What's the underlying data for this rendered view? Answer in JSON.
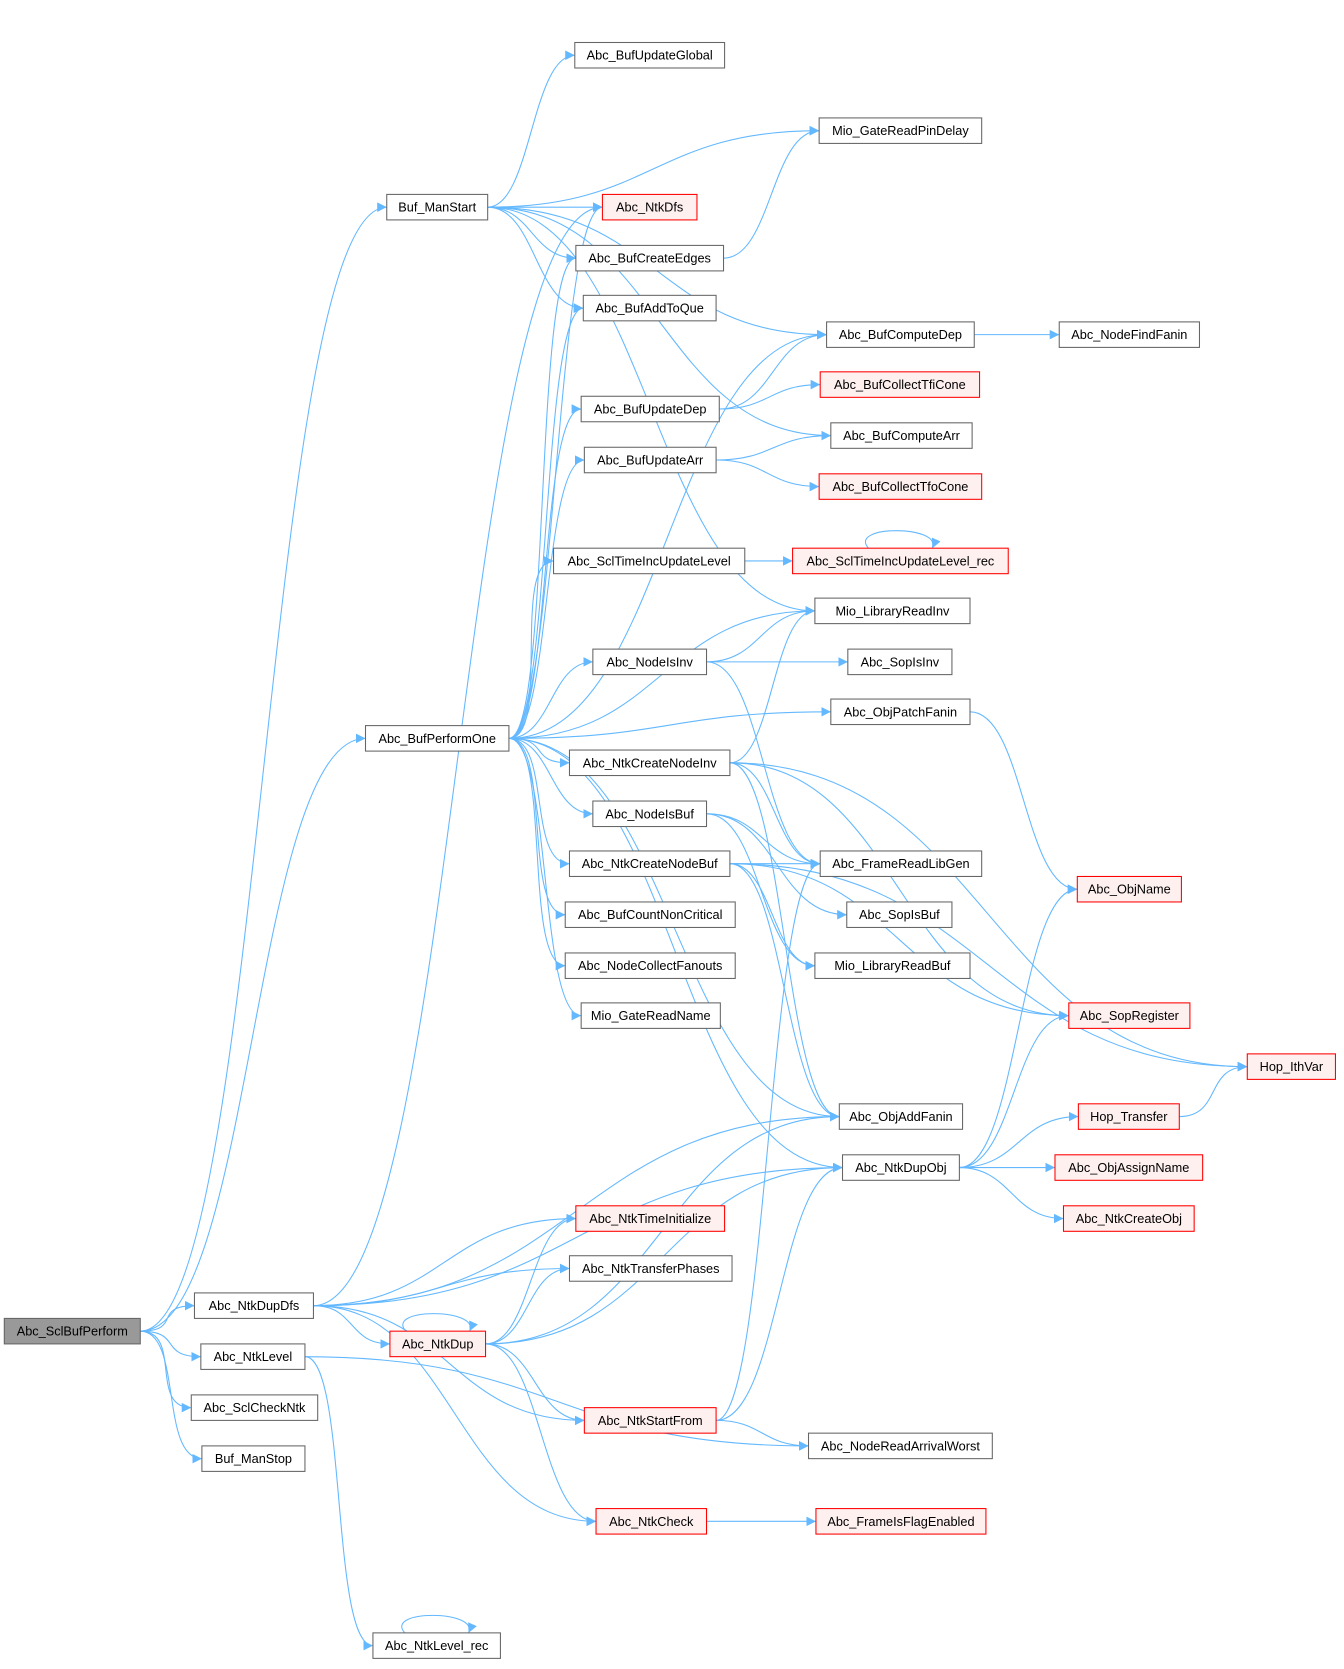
{
  "title": "Call graph of Abc_SclBufPerform",
  "colors": {
    "edge": "#63b8ff",
    "root_fill": "#999999",
    "external_border": "#ff0000",
    "node_border": "#666666"
  },
  "nodes": [
    {
      "label": "Abc_SclBufPerform",
      "style": "root"
    },
    {
      "label": "Buf_ManStart",
      "style": "normal"
    },
    {
      "label": "Abc_BufPerformOne",
      "style": "normal"
    },
    {
      "label": "Abc_NtkDupDfs",
      "style": "normal"
    },
    {
      "label": "Abc_NtkLevel",
      "style": "normal"
    },
    {
      "label": "Abc_SclCheckNtk",
      "style": "normal"
    },
    {
      "label": "Buf_ManStop",
      "style": "normal"
    },
    {
      "label": "Abc_BufUpdateGlobal",
      "style": "normal"
    },
    {
      "label": "Mio_GateReadPinDelay",
      "style": "normal"
    },
    {
      "label": "Abc_NtkDfs",
      "style": "red"
    },
    {
      "label": "Abc_BufCreateEdges",
      "style": "normal"
    },
    {
      "label": "Abc_BufAddToQue",
      "style": "normal"
    },
    {
      "label": "Abc_BufComputeDep",
      "style": "normal"
    },
    {
      "label": "Abc_NodeFindFanin",
      "style": "normal"
    },
    {
      "label": "Abc_BufUpdateDep",
      "style": "normal"
    },
    {
      "label": "Abc_BufCollectTfiCone",
      "style": "red"
    },
    {
      "label": "Abc_BufComputeArr",
      "style": "normal"
    },
    {
      "label": "Abc_BufUpdateArr",
      "style": "normal"
    },
    {
      "label": "Abc_BufCollectTfoCone",
      "style": "red"
    },
    {
      "label": "Abc_SclTimeIncUpdateLevel",
      "style": "normal"
    },
    {
      "label": "Abc_SclTimeIncUpdateLevel_rec",
      "style": "red"
    },
    {
      "label": "Mio_LibraryReadInv",
      "style": "normal"
    },
    {
      "label": "Abc_NodeIsInv",
      "style": "normal"
    },
    {
      "label": "Abc_SopIsInv",
      "style": "normal"
    },
    {
      "label": "Abc_ObjPatchFanin",
      "style": "normal"
    },
    {
      "label": "Abc_NtkCreateNodeInv",
      "style": "normal"
    },
    {
      "label": "Abc_NodeIsBuf",
      "style": "normal"
    },
    {
      "label": "Abc_NtkCreateNodeBuf",
      "style": "normal"
    },
    {
      "label": "Abc_FrameReadLibGen",
      "style": "normal"
    },
    {
      "label": "Abc_ObjName",
      "style": "red"
    },
    {
      "label": "Abc_BufCountNonCritical",
      "style": "normal"
    },
    {
      "label": "Abc_SopIsBuf",
      "style": "normal"
    },
    {
      "label": "Abc_NodeCollectFanouts",
      "style": "normal"
    },
    {
      "label": "Mio_LibraryReadBuf",
      "style": "normal"
    },
    {
      "label": "Mio_GateReadName",
      "style": "normal"
    },
    {
      "label": "Abc_SopRegister",
      "style": "red"
    },
    {
      "label": "Hop_IthVar",
      "style": "red"
    },
    {
      "label": "Abc_ObjAddFanin",
      "style": "normal"
    },
    {
      "label": "Hop_Transfer",
      "style": "red"
    },
    {
      "label": "Abc_NtkDupObj",
      "style": "normal"
    },
    {
      "label": "Abc_ObjAssignName",
      "style": "red"
    },
    {
      "label": "Abc_NtkCreateObj",
      "style": "red"
    },
    {
      "label": "Abc_NtkTimeInitialize",
      "style": "red"
    },
    {
      "label": "Abc_NtkTransferPhases",
      "style": "normal"
    },
    {
      "label": "Abc_NtkDup",
      "style": "red"
    },
    {
      "label": "Abc_NtkStartFrom",
      "style": "red"
    },
    {
      "label": "Abc_NodeReadArrivalWorst",
      "style": "normal"
    },
    {
      "label": "Abc_NtkCheck",
      "style": "red"
    },
    {
      "label": "Abc_FrameIsFlagEnabled",
      "style": "red"
    },
    {
      "label": "Abc_NtkLevel_rec",
      "style": "normal"
    }
  ],
  "edges": [
    [
      0,
      1
    ],
    [
      0,
      2
    ],
    [
      0,
      3
    ],
    [
      0,
      4
    ],
    [
      0,
      5
    ],
    [
      0,
      6
    ],
    [
      1,
      7
    ],
    [
      1,
      8
    ],
    [
      1,
      9
    ],
    [
      1,
      10
    ],
    [
      1,
      11
    ],
    [
      1,
      12
    ],
    [
      1,
      16
    ],
    [
      1,
      21
    ],
    [
      2,
      9
    ],
    [
      2,
      10
    ],
    [
      2,
      11
    ],
    [
      2,
      12
    ],
    [
      2,
      14
    ],
    [
      2,
      17
    ],
    [
      2,
      19
    ],
    [
      2,
      21
    ],
    [
      2,
      22
    ],
    [
      2,
      24
    ],
    [
      2,
      25
    ],
    [
      2,
      26
    ],
    [
      2,
      27
    ],
    [
      2,
      30
    ],
    [
      2,
      32
    ],
    [
      2,
      34
    ],
    [
      2,
      37
    ],
    [
      2,
      39
    ],
    [
      3,
      9
    ],
    [
      3,
      37
    ],
    [
      3,
      42
    ],
    [
      3,
      43
    ],
    [
      3,
      44
    ],
    [
      3,
      45
    ],
    [
      3,
      47
    ],
    [
      3,
      39
    ],
    [
      4,
      49
    ],
    [
      4,
      46
    ],
    [
      10,
      8
    ],
    [
      12,
      13
    ],
    [
      14,
      12
    ],
    [
      14,
      15
    ],
    [
      17,
      16
    ],
    [
      17,
      18
    ],
    [
      19,
      20
    ],
    [
      20,
      20
    ],
    [
      22,
      21
    ],
    [
      22,
      23
    ],
    [
      22,
      28
    ],
    [
      25,
      21
    ],
    [
      25,
      28
    ],
    [
      25,
      35
    ],
    [
      25,
      36
    ],
    [
      25,
      37
    ],
    [
      26,
      28
    ],
    [
      26,
      31
    ],
    [
      26,
      33
    ],
    [
      27,
      28
    ],
    [
      27,
      33
    ],
    [
      27,
      35
    ],
    [
      27,
      36
    ],
    [
      27,
      37
    ],
    [
      24,
      29
    ],
    [
      39,
      29
    ],
    [
      39,
      35
    ],
    [
      39,
      38
    ],
    [
      39,
      40
    ],
    [
      39,
      41
    ],
    [
      38,
      36
    ],
    [
      44,
      44
    ],
    [
      44,
      42
    ],
    [
      44,
      43
    ],
    [
      44,
      45
    ],
    [
      44,
      47
    ],
    [
      44,
      37
    ],
    [
      44,
      39
    ],
    [
      45,
      28
    ],
    [
      45,
      39
    ],
    [
      45,
      46
    ],
    [
      47,
      48
    ],
    [
      49,
      49
    ]
  ]
}
